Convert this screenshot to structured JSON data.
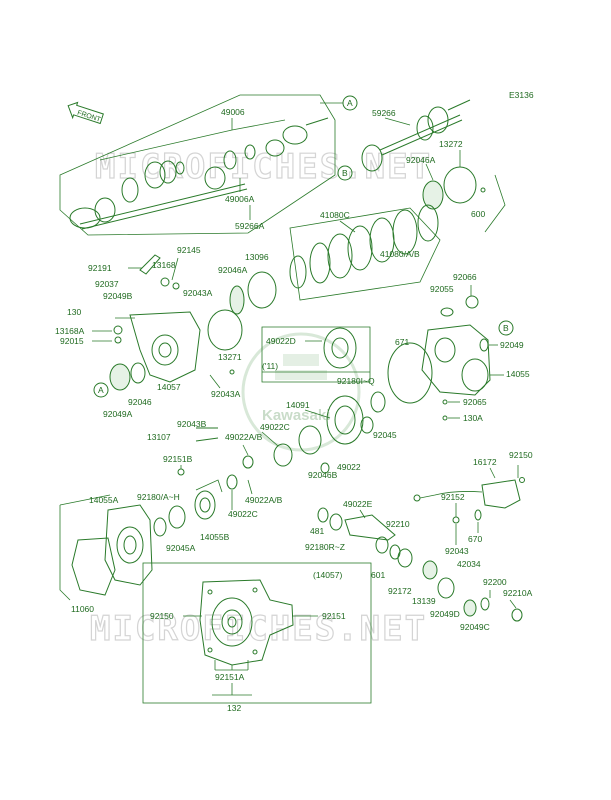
{
  "diagram_code": "E3136",
  "front_marker": "FRONT",
  "watermark": "MICROFICHES.NET",
  "logo_text": "Kawasaki",
  "callouts": {
    "a1": "A",
    "a2": "A",
    "b1": "B",
    "b2": "B"
  },
  "labels": {
    "p49006": "49006",
    "p59266": "59266",
    "p13272": "13272",
    "p92046A_1": "92046A",
    "p600": "600",
    "p49006A": "49006A",
    "p59266A": "59266A",
    "p41080C": "41080C",
    "p41080AB": "41080/A/B",
    "p92145": "92145",
    "p92191": "92191",
    "p13168": "13168",
    "p13096": "13096",
    "p92037": "92037",
    "p92046A_2": "92046A",
    "p92049B": "92049B",
    "p92043A_1": "92043A",
    "p92066": "92066",
    "p92055": "92055",
    "p130": "130",
    "p13168A": "13168A",
    "p92015": "92015",
    "p13271": "13271",
    "p49022D": "49022D",
    "p671": "671",
    "p92049": "92049",
    "p11": "('11)",
    "p14057": "14057",
    "p92043A_2": "92043A",
    "p92180IQ": "92180I~Q",
    "p14055": "14055",
    "p92046": "92046",
    "p92049A": "92049A",
    "p14091": "14091",
    "p92065": "92065",
    "p130A": "130A",
    "p92043B": "92043B",
    "p13107": "13107",
    "p49022AB_1": "49022A/B",
    "p49022C_1": "49022C",
    "p92045": "92045",
    "p49022": "49022",
    "p92151B": "92151B",
    "p92046B": "92046B",
    "p16172": "16172",
    "p92150_1": "92150",
    "p14055A": "14055A",
    "p92180AH": "92180/A~H",
    "p49022AB_2": "49022A/B",
    "p49022C_2": "49022C",
    "p49022E": "49022E",
    "p92152": "92152",
    "p481": "481",
    "p92210": "92210",
    "p92180RZ": "92180R~Z",
    "p14055B": "14055B",
    "p92045A": "92045A",
    "p670": "670",
    "p92043": "92043",
    "p601": "601",
    "p42034": "42034",
    "p92172": "92172",
    "p13139": "13139",
    "p92200": "92200",
    "p92210A": "92210A",
    "p92049D": "92049D",
    "p92049C": "92049C",
    "p14057b": "(14057)",
    "p11060": "11060",
    "p92150_2": "92150",
    "p92151": "92151",
    "p92151A": "92151A",
    "p132": "132"
  },
  "colors": {
    "line": "#2a7a2a",
    "text": "#1f6a1f",
    "watermark": "#d4d4d4"
  }
}
